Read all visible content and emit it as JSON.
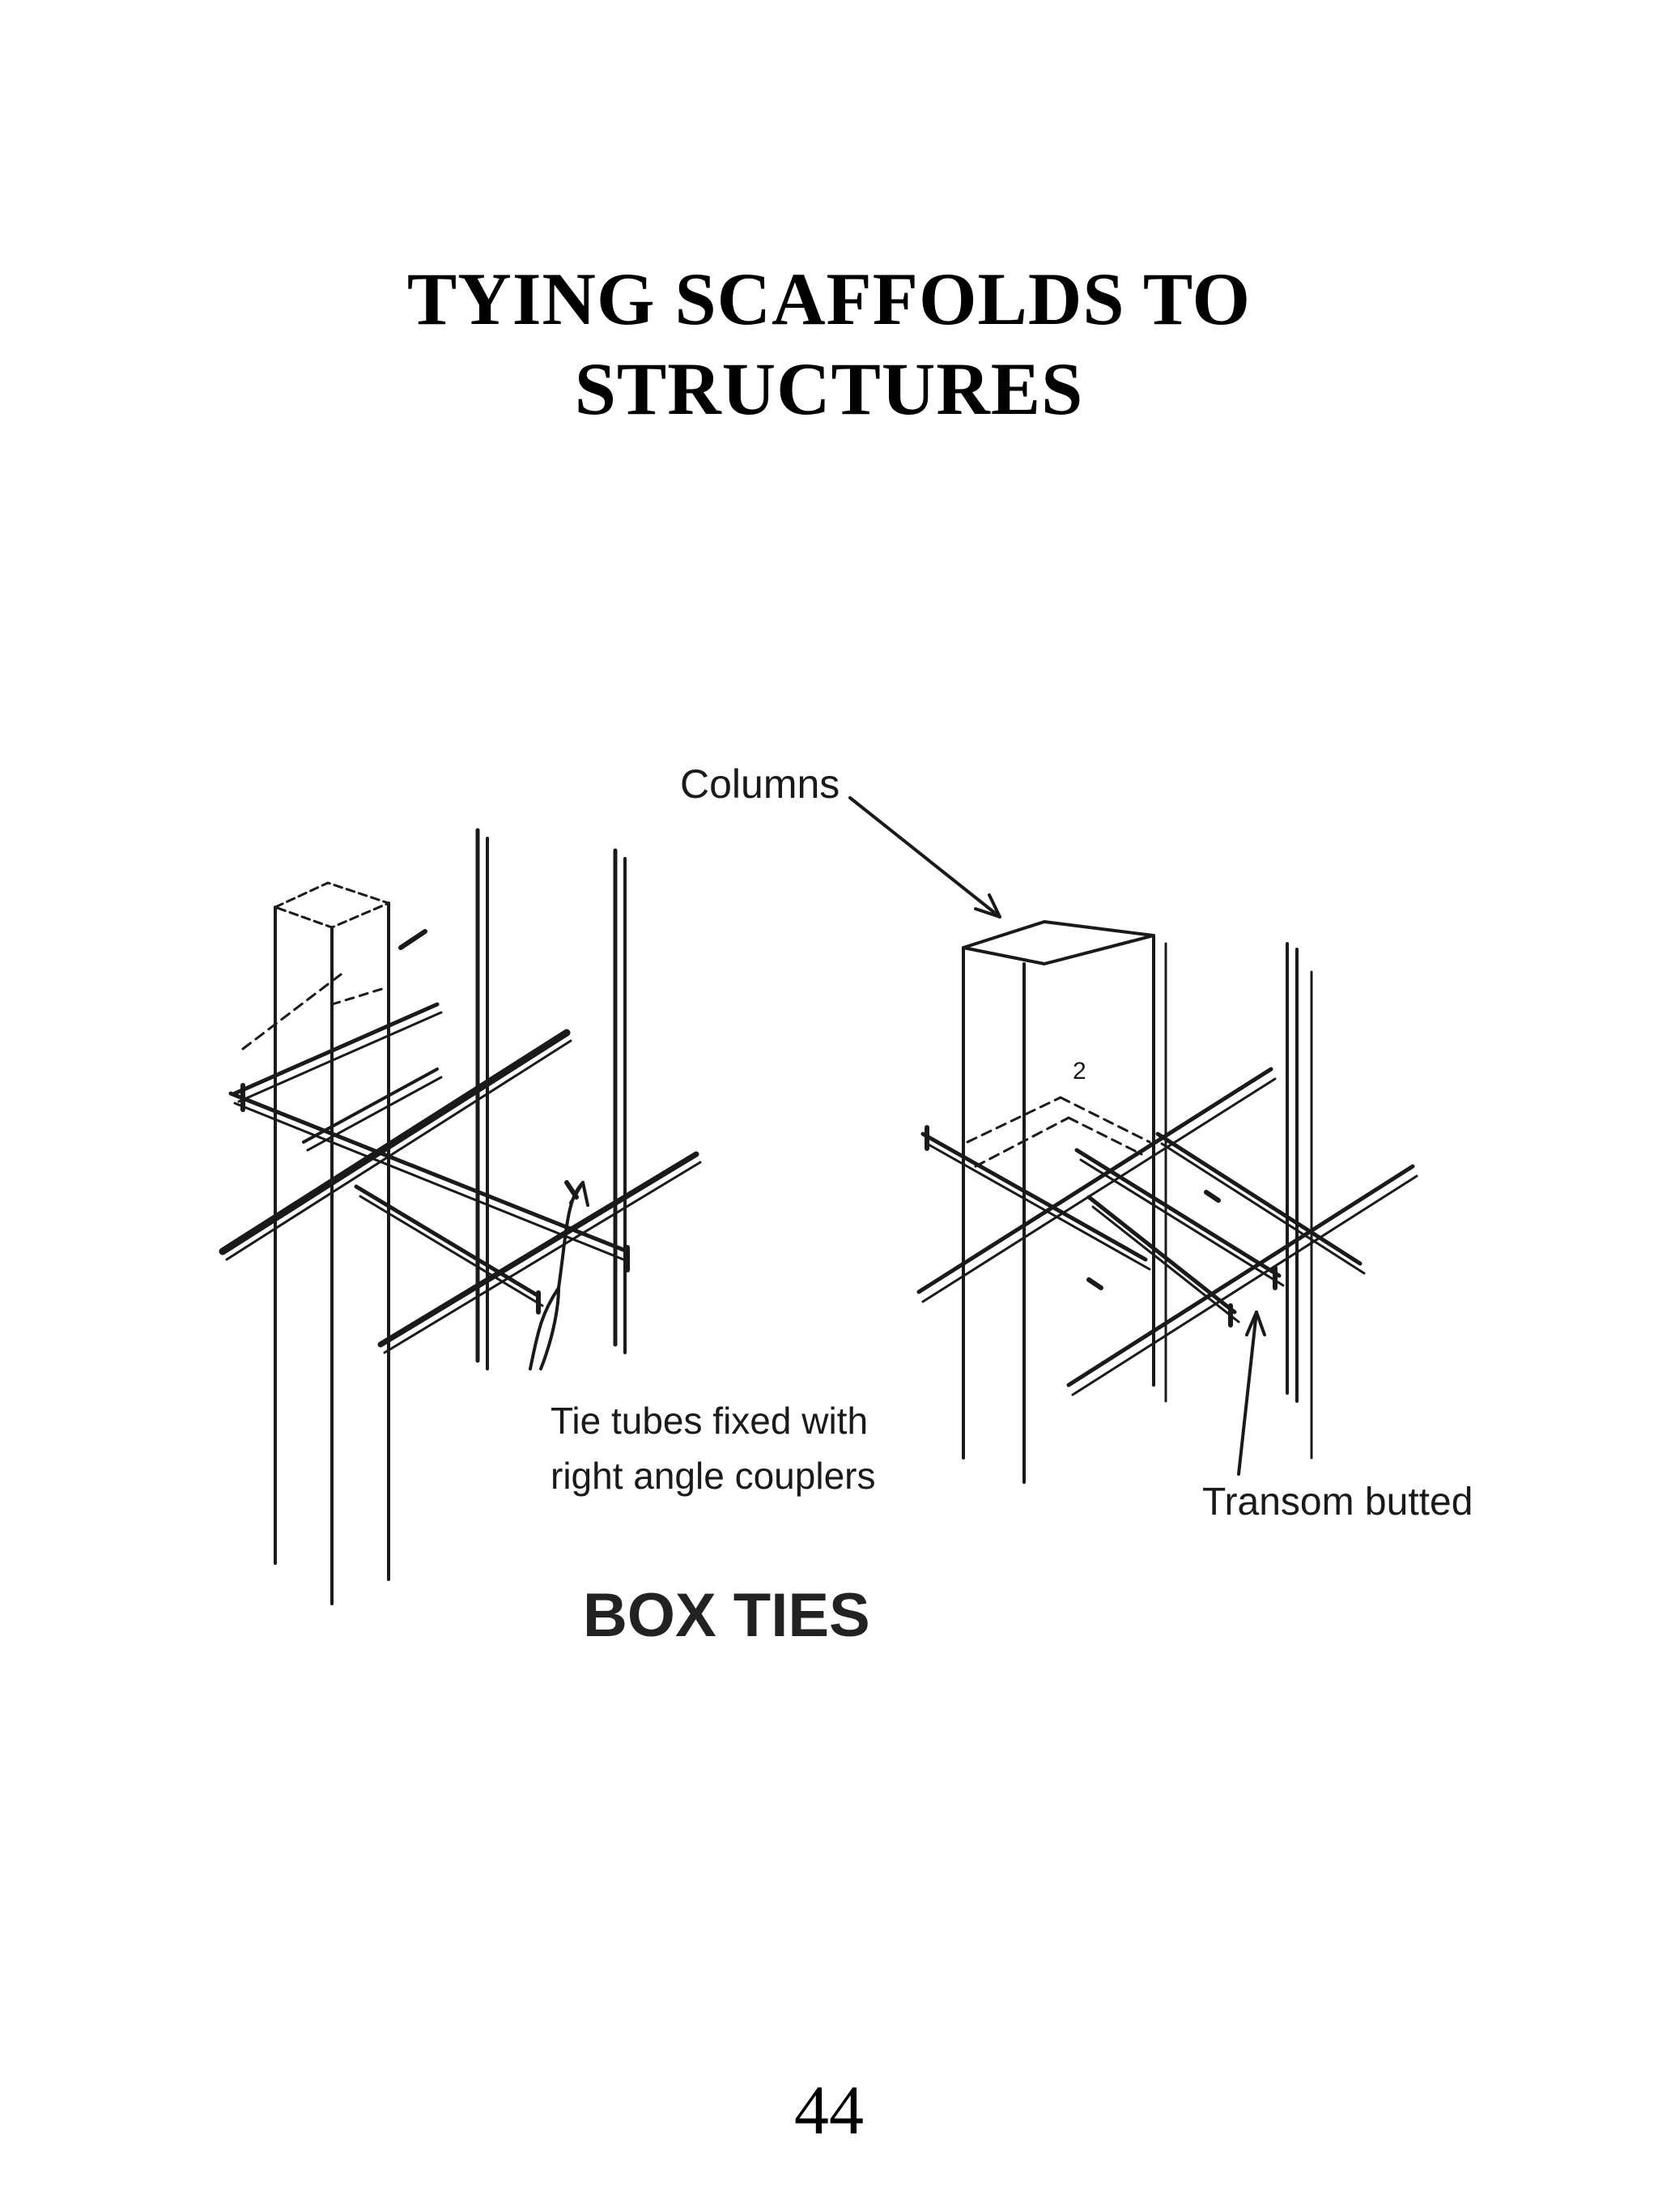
{
  "document": {
    "title_line_1": "TYING SCAFFOLDS TO",
    "title_line_2": "STRUCTURES",
    "page_number": "44"
  },
  "figure": {
    "label_columns": "Columns",
    "label_tie_tubes_line_1": "Tie tubes fixed with",
    "label_tie_tubes_line_2": "right angle couplers",
    "label_transom": "Transom butted",
    "caption": "BOX TIES",
    "line_color": "#1a1a1a"
  }
}
